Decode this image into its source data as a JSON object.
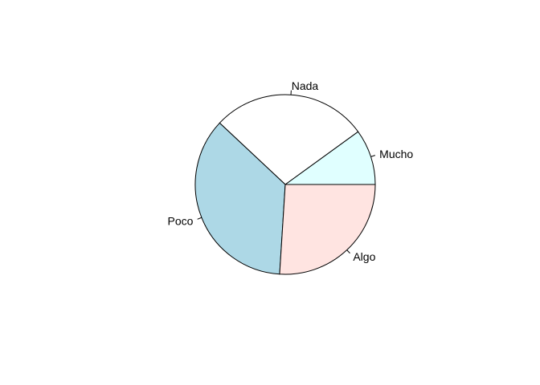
{
  "chart_data": {
    "type": "pie",
    "title": "",
    "start_angle_deg": 0,
    "direction": "counterclockwise",
    "slices": [
      {
        "label": "Mucho",
        "value": 10,
        "color": "#E0FFFF"
      },
      {
        "label": "Nada",
        "value": 28,
        "color": "#FFFFFF"
      },
      {
        "label": "Poco",
        "value": 36,
        "color": "#ADD8E6"
      },
      {
        "label": "Algo",
        "value": 26,
        "color": "#FFE4E1"
      }
    ]
  }
}
